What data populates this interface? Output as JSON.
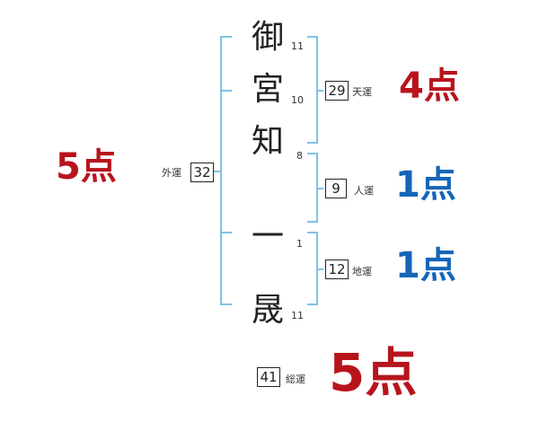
{
  "colors": {
    "bracket": "#7ec3e6",
    "score_red": "#b8141c",
    "score_blue": "#1565b8",
    "text": "#222222"
  },
  "characters": [
    {
      "char": "御",
      "strokes": "11"
    },
    {
      "char": "宮",
      "strokes": "10"
    },
    {
      "char": "知",
      "strokes": "8"
    },
    {
      "char": "一",
      "strokes": "1"
    },
    {
      "char": "晟",
      "strokes": "11"
    }
  ],
  "ten": {
    "value": "29",
    "label": "天運",
    "score": "4点"
  },
  "jin": {
    "value": "9",
    "label": "人運",
    "score": "1点"
  },
  "chi": {
    "value": "12",
    "label": "地運",
    "score": "1点"
  },
  "gai": {
    "value": "32",
    "label": "外運",
    "score": "5点"
  },
  "total": {
    "value": "41",
    "label": "総運",
    "score": "5点"
  }
}
